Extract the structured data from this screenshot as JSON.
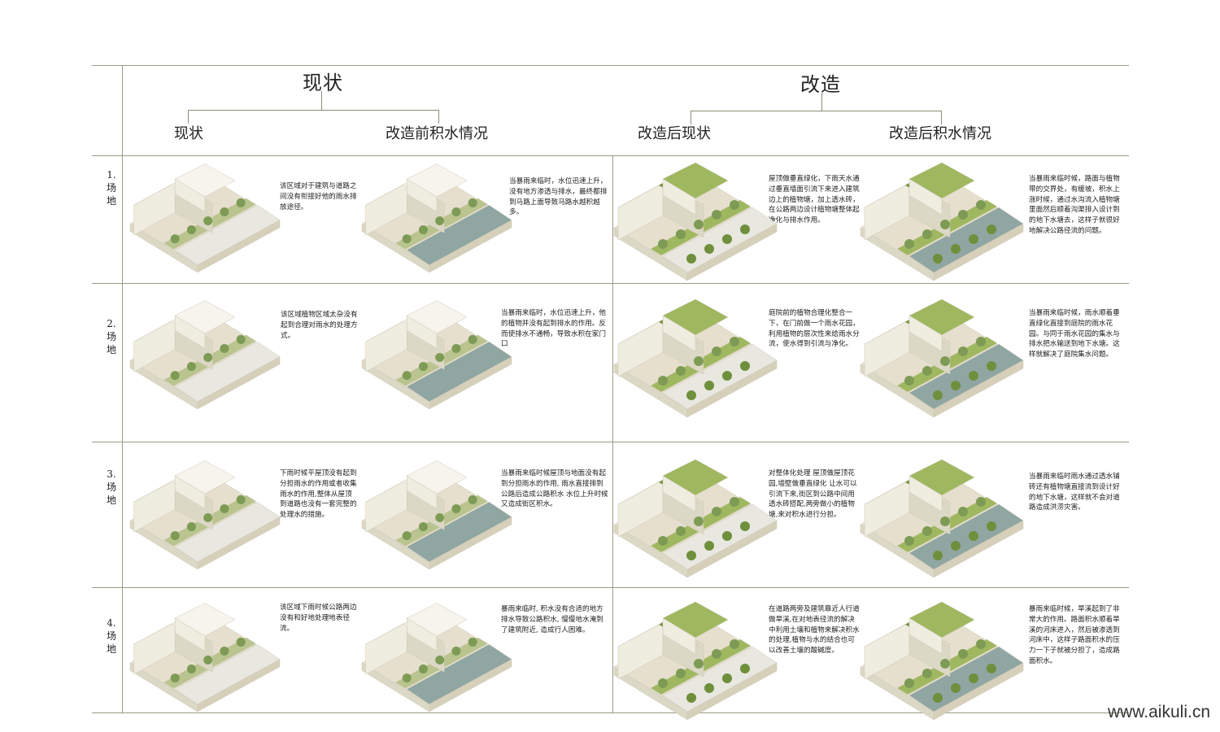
{
  "header": {
    "group_current": "现状",
    "group_renovation": "改造",
    "col_current": "现状",
    "col_current_flood": "改造前积水情况",
    "col_after": "改造后现状",
    "col_after_flood": "改造后积水情况"
  },
  "rows": [
    {
      "number": "1.",
      "label_a": "场",
      "label_b": "地",
      "desc_current": "该区域对于建筑与道路之间没有衔接好他的雨水排放途径。",
      "desc_flood": "当暴雨来临时，水位迅速上升，没有地方渗透与排水，最终都排到马路上面导致马路水越积越多。",
      "desc_after": "屋顶做垂直绿化，下雨天水通过垂直墙面引流下来进入建筑边上的植物塘，加上透水砖，在公路两边设计植物塘整体起净化与排水作用。",
      "desc_after_flood": "当暴雨来临时候，路面与植物带的交界处，有缓坡，积水上涨时候，通过水沟流入植物塘里面然后顺着沟渠排入设计到的地下水塘去，这样子就很好地解决公路径流的问题。"
    },
    {
      "number": "2.",
      "label_a": "场",
      "label_b": "地",
      "desc_current": "该区域植物区域太杂没有起到合理对雨水的处理方式。",
      "desc_flood": "当暴雨来临时，水位迅速上升，他的植物并没有起到排水的作用。反而使排水不通畅，导致水积在家门口",
      "desc_after": "庭院前的植物合理化整合一下，在门前做一个雨水花园，利用植物的层次性来给雨水分流，使水得到引流与净化。",
      "desc_after_flood": "当暴雨来临时候，雨水顺着垂直绿化直接到庭院的雨水花园。与同于雨水花园的集水与排水把水输送到地下水塘。这样就解决了庭院集水问题。"
    },
    {
      "number": "3.",
      "label_a": "场",
      "label_b": "地",
      "desc_current": "下雨时候平屋顶没有起到分担雨水的作用或者收集雨水的作用,整体从屋顶到道路也没有一套完整的处理水的措施。",
      "desc_flood": "当暴雨来临时候屋顶与地面没有起到分担雨水的作用, 雨水直接排到公路后造成公路积水 水位上升时候又造成街区积水。",
      "desc_after": "对整体化处理 屋顶做屋顶花园,墙壁做垂直绿化 让水可以引流下来,街区到公路中间用透水砖搭配,两旁做小的植物塘,来对积水进行分担。",
      "desc_after_flood": "当暴雨来临时雨水通过透水铺砖还有植物塘直接流到设计好的地下水塘，这样就不会对道路造成洪涝灾害。"
    },
    {
      "number": "4.",
      "label_a": "场",
      "label_b": "地",
      "desc_current": "该区域下雨时候公路两边没有和好地处理地表径流。",
      "desc_flood": "暴雨来临时, 积水没有合适的地方排水导致公路积水, 慢慢地水淹到了建筑附近, 造成行人困难。",
      "desc_after": "在道路两旁及建筑靠近人行道做旱溪,在对地表径流的解决中利用土壤和植物来解决积水的处理,植物与水的结合也可以改善土壤的酸碱度。",
      "desc_after_flood": "暴雨来临时候，旱溪起到了非常大的作用。路面积水顺着旱溪的河床进入，然后被渗透到河床中，这样子路面积水的压力一下子就被分担了，造成路面积水。"
    }
  ],
  "watermark": "www.aikuli.cn",
  "colors": {
    "line": "#9c9a86",
    "building": "#efece0",
    "building_shade": "#dcd8c6",
    "ground": "#e6dfcd",
    "road_dry": "#e8e7e0",
    "road_flooded": "#8fa6a2",
    "green": "#9fb860",
    "green_dark": "#6f8f3c",
    "tree": "#7e9b55"
  }
}
